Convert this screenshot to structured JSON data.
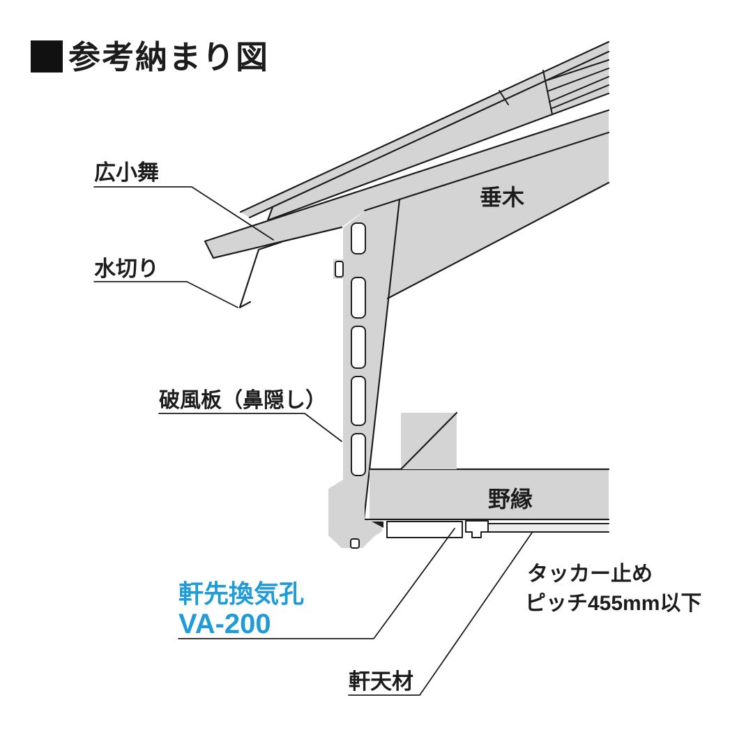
{
  "title": {
    "text": "参考納まり図"
  },
  "colors": {
    "line": "#1c1c1c",
    "wood_fill": "#d3d4d3",
    "panel_fill": "#ededed",
    "accent_blue": "#1f9cd8",
    "background": "#ffffff"
  },
  "callouts": {
    "hirokomai": {
      "label": "広小舞"
    },
    "mizukiri": {
      "label": "水切り"
    },
    "hafuita": {
      "label": "破風板（鼻隠し）"
    },
    "taruki": {
      "label": "垂木"
    },
    "nobuchi": {
      "label": "野縁"
    },
    "vent": {
      "name": "軒先換気孔",
      "model": "VA-200"
    },
    "tacker": {
      "line1": "タッカー止め",
      "line2": "ピッチ455mm以下"
    },
    "nokiten": {
      "label": "軒天材"
    }
  }
}
